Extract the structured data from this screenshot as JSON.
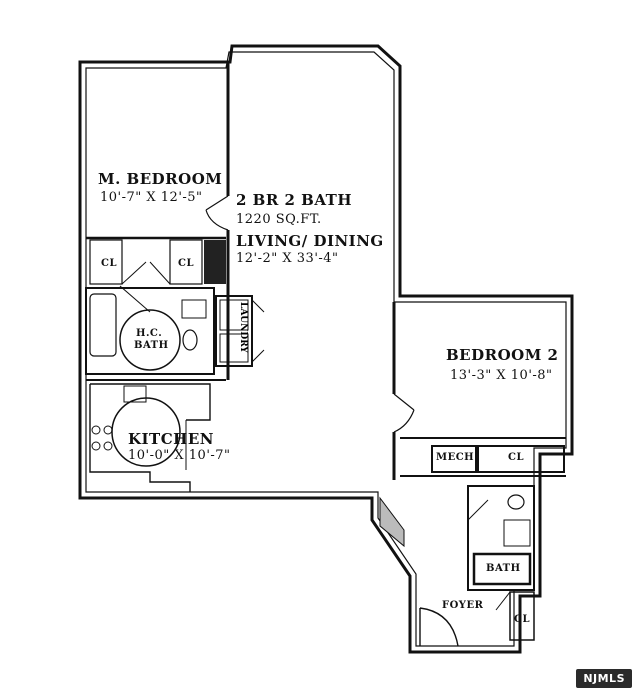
{
  "plan": {
    "summary": {
      "type": "2 BR 2 BATH",
      "area": "1220 SQ.FT."
    },
    "rooms": [
      {
        "name": "M. BEDROOM",
        "dims": "10'-7\" X 12'-5\""
      },
      {
        "name": "LIVING/ DINING",
        "dims": "12'-2\" X 33'-4\""
      },
      {
        "name": "BEDROOM 2",
        "dims": "13'-3\" X 10'-8\""
      },
      {
        "name": "KITCHEN",
        "dims": "10'-0\" X 10'-7\""
      }
    ],
    "small_labels": {
      "closet": "CL",
      "hc_bath_line1": "H.C.",
      "hc_bath_line2": "BATH",
      "laundry": "LAUNDRY",
      "mech": "MECH",
      "bath": "BATH",
      "foyer": "FOYER"
    }
  },
  "watermark": "NJMLS"
}
